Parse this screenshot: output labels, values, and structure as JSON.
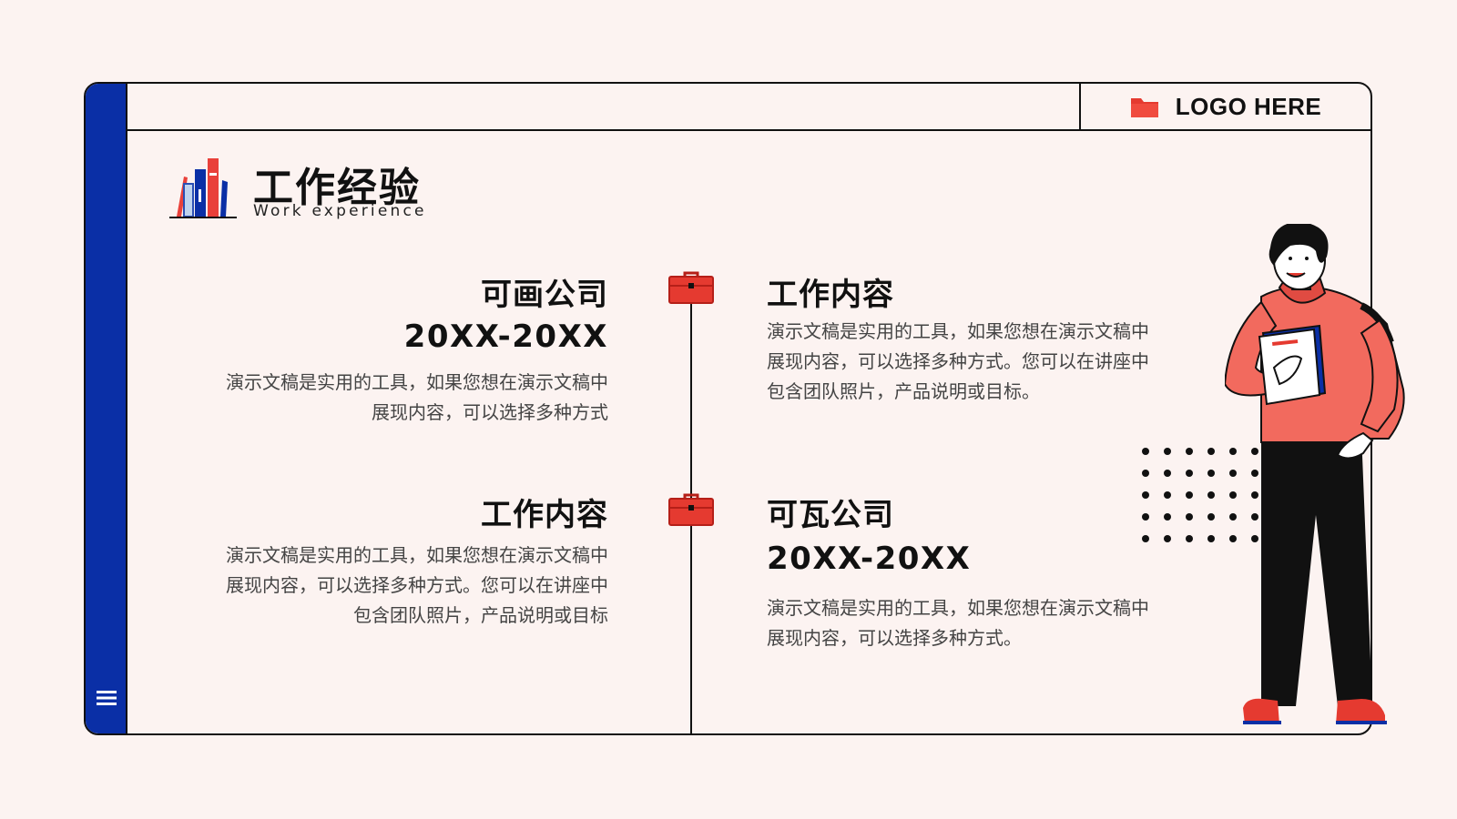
{
  "header": {
    "logo_text": "LOGO HERE"
  },
  "section": {
    "title": "工作经验",
    "subtitle": "Work experience"
  },
  "timeline": {
    "left_top": {
      "company": "可画公司",
      "date": "20XX-20XX",
      "desc_lines": [
        "演示文稿是实用的工具，如果您想在演示文稿中",
        "展现内容，可以选择多种方式"
      ]
    },
    "right_top": {
      "title": "工作内容",
      "desc_lines": [
        "演示文稿是实用的工具，如果您想在演示文稿中",
        "展现内容，可以选择多种方式。您可以在讲座中",
        "包含团队照片，产品说明或目标。"
      ]
    },
    "left_bottom": {
      "title": "工作内容",
      "desc_lines": [
        "演示文稿是实用的工具，如果您想在演示文稿中",
        "展现内容，可以选择多种方式。您可以在讲座中",
        "包含团队照片，产品说明或目标"
      ]
    },
    "right_bottom": {
      "company": "可瓦公司",
      "date": "20XX-20XX",
      "desc_lines": [
        "演示文稿是实用的工具，如果您想在演示文稿中",
        "展现内容，可以选择多种方式。"
      ]
    }
  },
  "colors": {
    "sidebar": "#0A2FA6",
    "accent_red": "#EF3F36",
    "background": "#FCF3F1",
    "figure_jacket": "#F26A5E"
  },
  "icons": [
    "menu-icon",
    "folder-icon",
    "books-icon",
    "briefcase-icon"
  ]
}
